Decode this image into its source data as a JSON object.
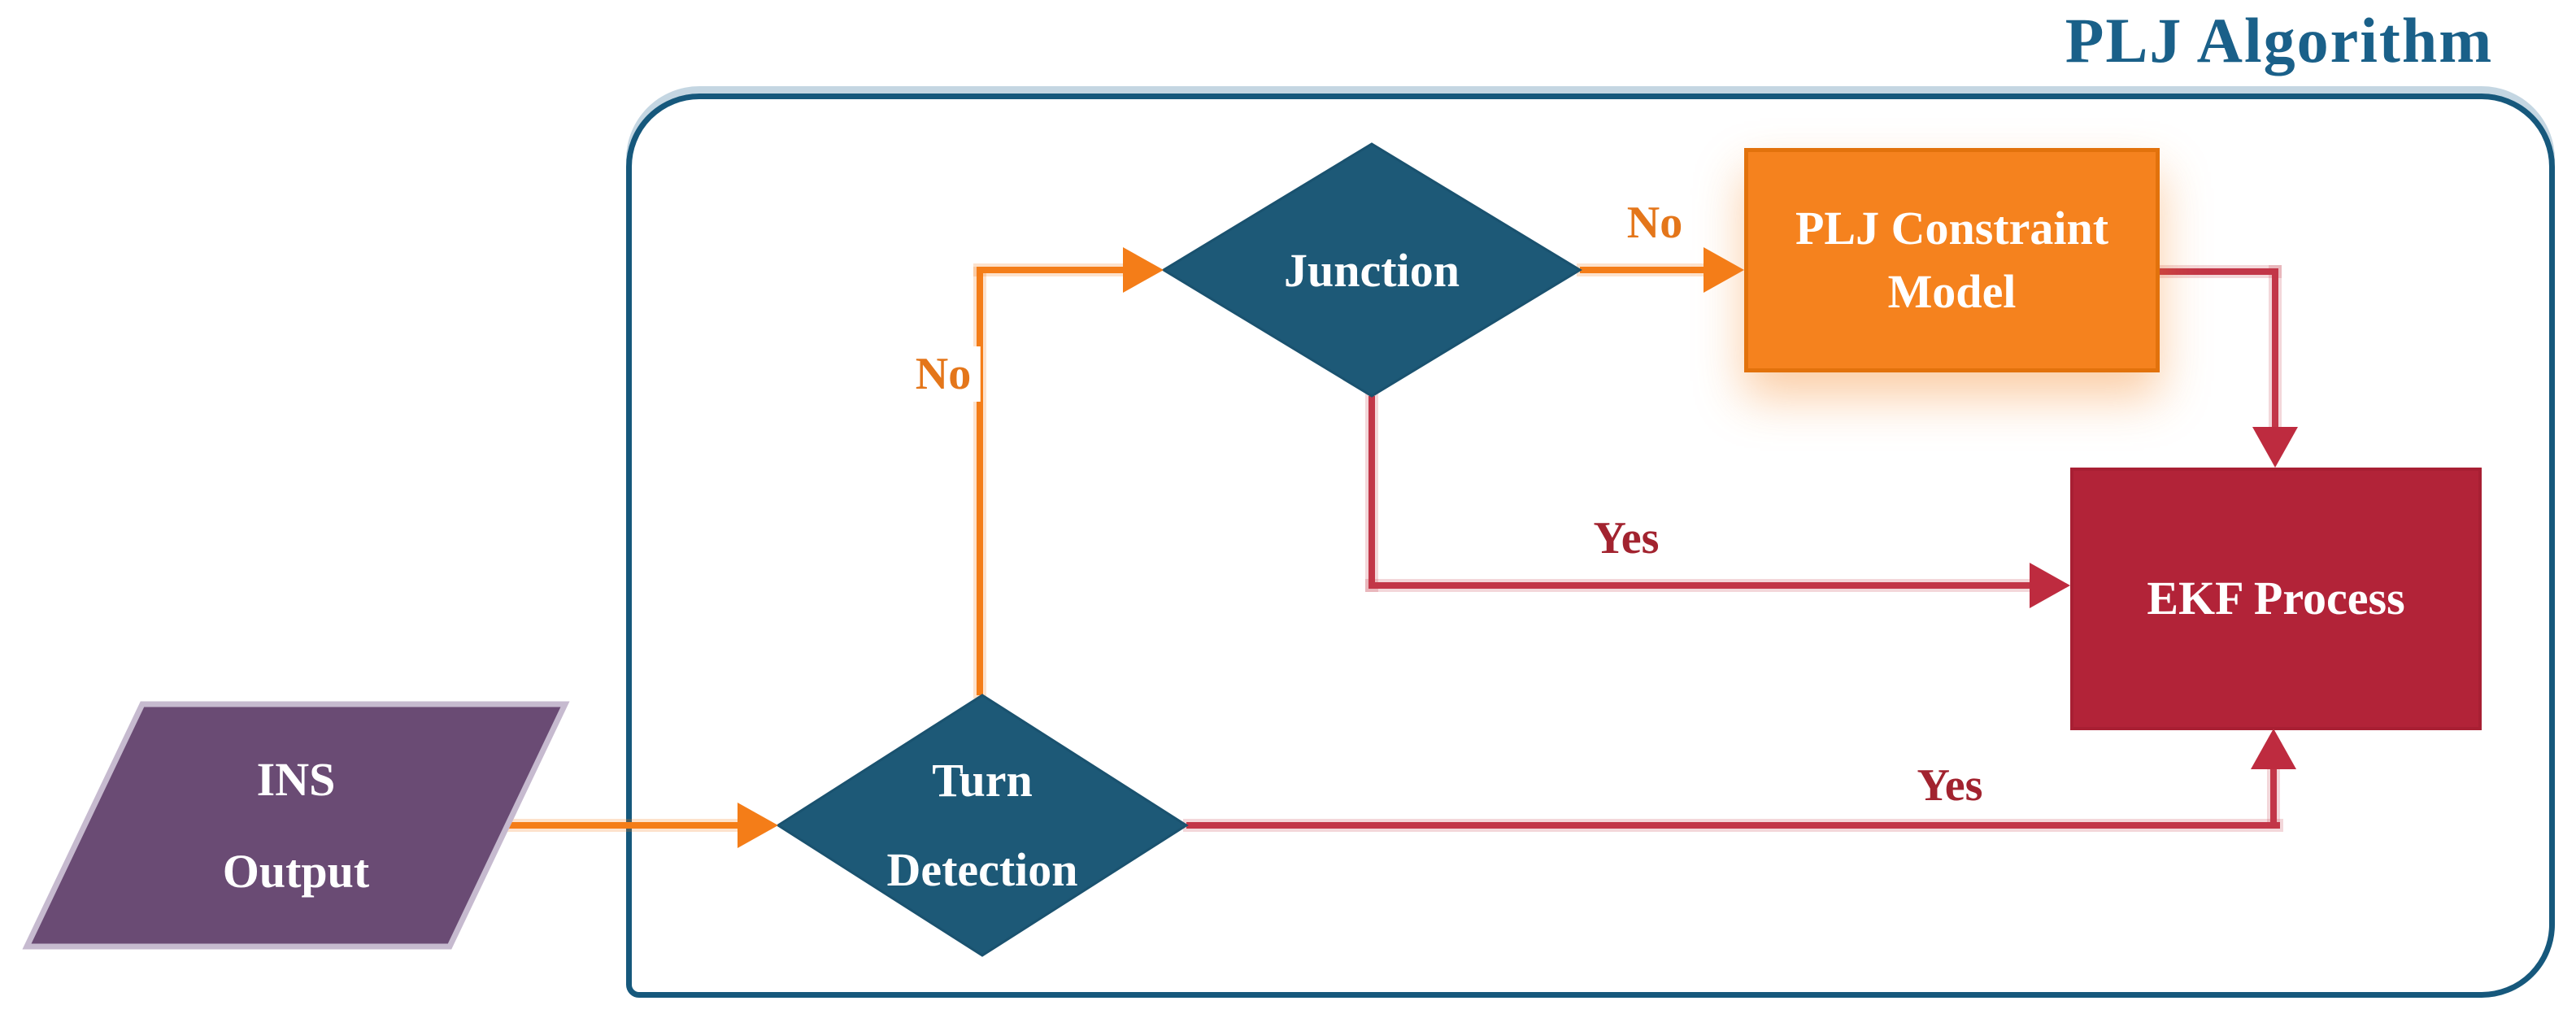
{
  "diagram": {
    "title": "PLJ Algorithm",
    "nodes": {
      "ins": {
        "line1": "INS",
        "line2": "Output"
      },
      "turn": {
        "line1": "Turn",
        "line2": "Detection"
      },
      "junction": {
        "label": "Junction"
      },
      "plj": {
        "line1": "PLJ Constraint",
        "line2": "Model"
      },
      "ekf": {
        "label": "EKF Process"
      }
    },
    "edge_labels": {
      "turn_to_junction": "No",
      "junction_to_plj": "No",
      "junction_to_ekf": "Yes",
      "turn_to_ekf": "Yes"
    },
    "colors": {
      "frame_teal": "#16587C",
      "title_text": "#1A6089",
      "decision_teal": "#1D5977",
      "input_purple": "#6A4B74",
      "process_orange": "#F5821E",
      "process_red": "#B22338",
      "orange_connector": "#F47D18",
      "red_connector": "#C23648",
      "no_label": "#E4761A",
      "yes_label": "#A2232F",
      "node_text": "#FFFFFF"
    }
  }
}
